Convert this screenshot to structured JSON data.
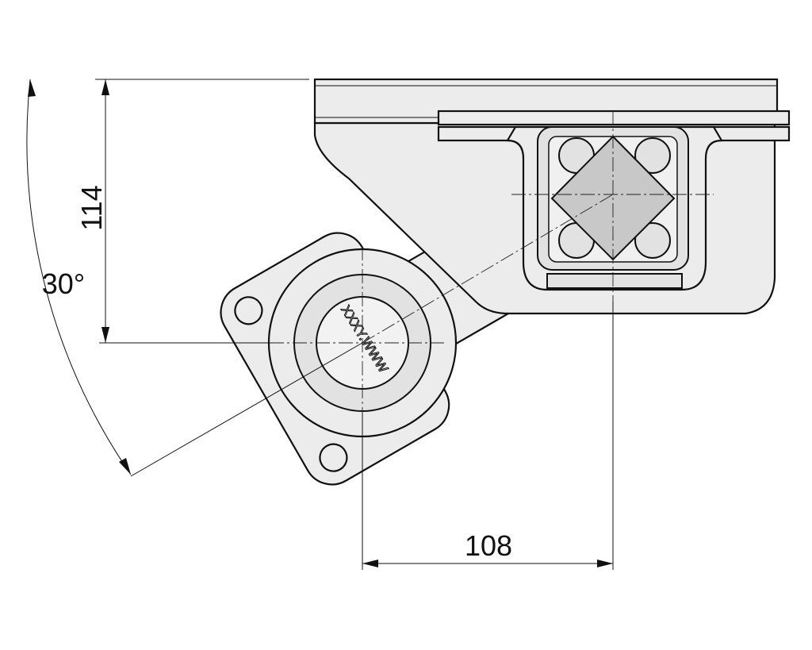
{
  "dimensions": {
    "vertical": "114",
    "horizontal": "108",
    "angle": "30°"
  },
  "marking": "XXXY.WWW"
}
